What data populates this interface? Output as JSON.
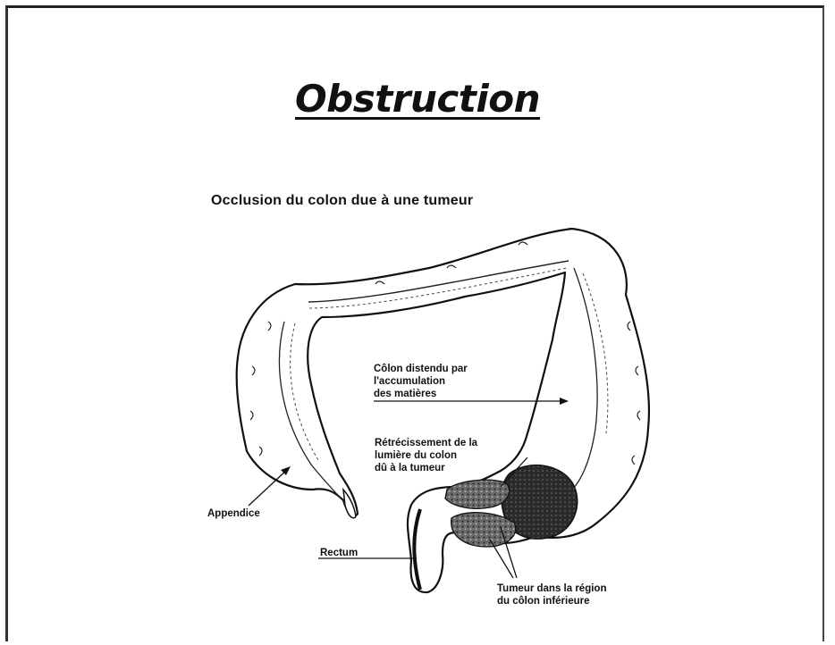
{
  "slide": {
    "title": "Obstruction",
    "subtitle": "Occlusion du colon due à une tumeur"
  },
  "labels": {
    "distended": [
      "Côlon distendu par",
      "l'accumulation",
      "des matières"
    ],
    "narrowing": [
      "Rétrécissement de la",
      "lumière du colon",
      "dû à la tumeur"
    ],
    "appendix": "Appendice",
    "rectum": "Rectum",
    "tumor": [
      "Tumeur dans la région",
      "du côlon inférieure"
    ]
  },
  "colors": {
    "ink": "#111111",
    "tumor_fill": "#555555",
    "background": "#ffffff"
  }
}
